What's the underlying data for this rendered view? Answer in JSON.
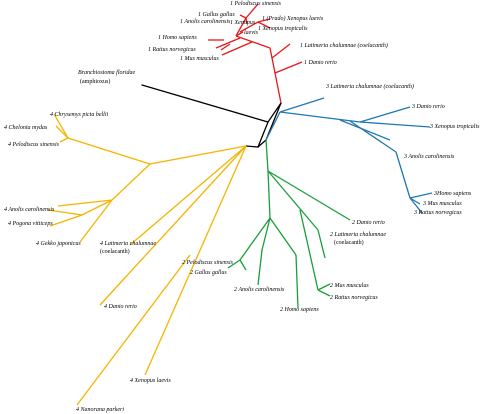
{
  "colors": {
    "root": "#000000",
    "clade1": "#e31a1c",
    "clade2": "#1f78b4",
    "clade3": "#1a9e3a",
    "clade4": "#f4b400"
  },
  "labels": {
    "c1_pelodiscus": "1 Pelodiscus sinensis",
    "c1_gallus": "1 Gallus gallus",
    "c1_anolis": "1 Anolis carolinensis",
    "c1_xenopus_laevis": "1 (Prado) Xenopus laevis",
    "c1_xenopus_unk": "1 Xenopus",
    "c1_xenopus_trop": "1 Xenopus tropicalis",
    "c1_laevis_short": "laevis",
    "c1_homo": "1 Homo sapiens",
    "c1_rattus": "1 Rattus norvegicus",
    "c1_mus": "1 Mus musculus",
    "c1_latimeria": "1 Latimeria chalumnae (coelacanth)",
    "c1_danio": "1 Danio rerio",
    "branchio_1": "Branchiostoma floridae",
    "branchio_2": "(amphioxus)",
    "c2_latimeria": "3 Latimeria chalumnae (coelacanth)",
    "c2_danio": "3 Danio rerio",
    "c2_xenopus": "3 Xenopus tropicalis",
    "c2_anolis": "3 Anolis carolinensis",
    "c2_homo": "3Homo sapiens",
    "c2_mus": "3 Mus musculus",
    "c2_rattus": "3 Rattus norvegicus",
    "c3_danio": "2 Danio rerio",
    "c3_latimeria_1": "2 Latimeria chalumnae",
    "c3_latimeria_2": "(coelacanth)",
    "c3_pelodiscus": "2 Pelodiscus sinensis",
    "c3_gallus": "2 Gallus gallus",
    "c3_anolis": "2 Anolis carolinensis",
    "c3_mus": "2 Mus musculus",
    "c3_rattus": "2 Rattus norvegicus",
    "c3_homo": "2 Homo sapiens",
    "c4_chrysemys": "4 Chrysemys picta bellii",
    "c4_chelonia": "4 Chelonia mydas",
    "c4_pelodiscus": "4 Pelodiscus sinensis",
    "c4_anolis": "4 Anolis carolinensis",
    "c4_pogona": "4 Pogona vitticeps",
    "c4_gekko": "4 Gekko japonicus",
    "c4_latimeria_1": "4 Latimeria chalumnae",
    "c4_latimeria_2": "(coelacanth)",
    "c4_danio": "4 Danio rerio",
    "c4_xenopus": "4 Xenopus laevis",
    "c4_nanorana": "4 Nanorana parkeri"
  }
}
